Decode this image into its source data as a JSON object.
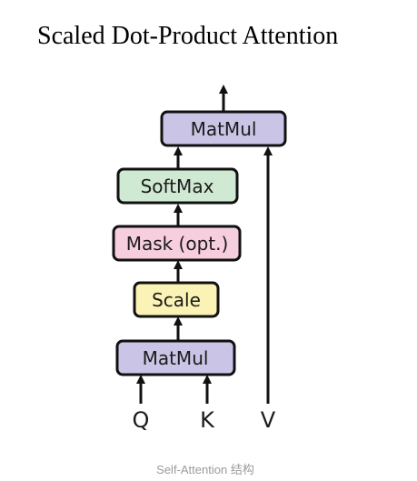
{
  "title": "Scaled Dot-Product Attention",
  "caption": "Self-Attention 结构",
  "blocks": {
    "matmul_top": {
      "label": "MatMul",
      "fill": "#cac4e6"
    },
    "softmax": {
      "label": "SoftMax",
      "fill": "#cfe9d2"
    },
    "mask": {
      "label": "Mask (opt.)",
      "fill": "#f7cedd"
    },
    "scale": {
      "label": "Scale",
      "fill": "#fbf3b5"
    },
    "matmul_bottom": {
      "label": "MatMul",
      "fill": "#cac4e6"
    }
  },
  "inputs": {
    "q": "Q",
    "k": "K",
    "v": "V"
  },
  "colors": {
    "stroke": "#111111",
    "arrow": "#111111"
  }
}
